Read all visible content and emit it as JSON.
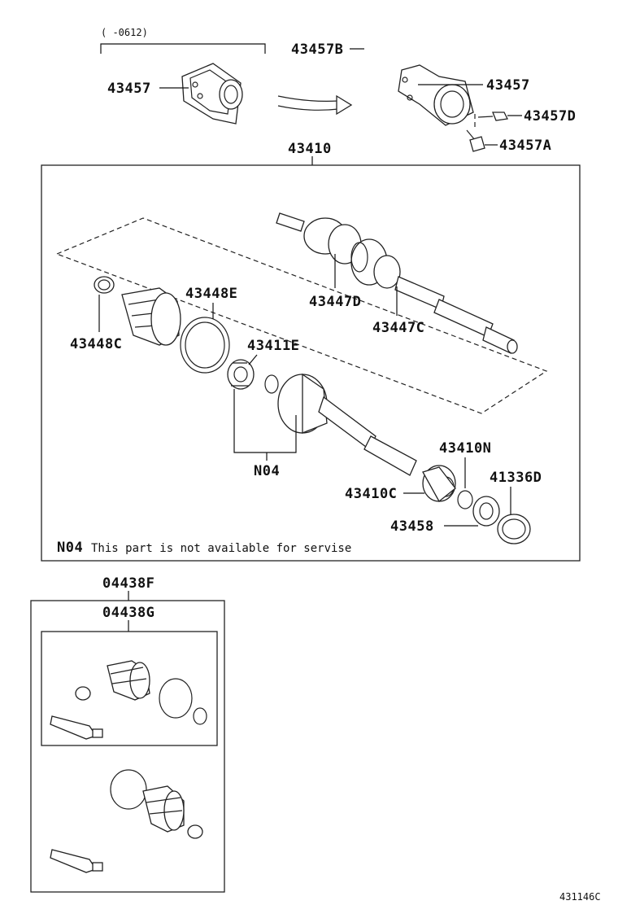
{
  "labels": {
    "date_range": "(    -0612)",
    "p43457_left": "43457",
    "p43457B": "43457B",
    "p43457_right": "43457",
    "p43457D": "43457D",
    "p43457A": "43457A",
    "p43410": "43410",
    "p43447D": "43447D",
    "p43447C": "43447C",
    "p43448E": "43448E",
    "p43448C": "43448C",
    "p43411E": "43411E",
    "pN04": "N04",
    "p43410N": "43410N",
    "p41336D": "41336D",
    "p43410C": "43410C",
    "p43458": "43458",
    "p04438F": "04438F",
    "p04438G": "04438G",
    "figure_id": "431146C"
  },
  "note": {
    "code": "N04",
    "text": "This part is not available for servise"
  }
}
